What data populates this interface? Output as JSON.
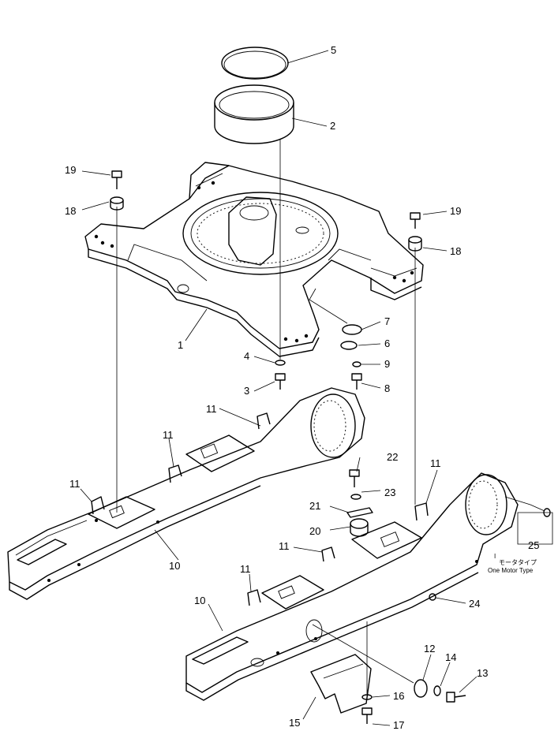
{
  "callouts": {
    "c1": "1",
    "c2": "2",
    "c3": "3",
    "c4": "4",
    "c5": "5",
    "c6": "6",
    "c7": "7",
    "c8": "8",
    "c9": "9",
    "c10a": "10",
    "c10b": "10",
    "c11a": "11",
    "c11b": "11",
    "c11c": "11",
    "c11d": "11",
    "c11e": "11",
    "c11f": "11",
    "c12": "12",
    "c13": "13",
    "c14": "14",
    "c15": "15",
    "c16": "16",
    "c17": "17",
    "c18a": "18",
    "c18b": "18",
    "c19a": "19",
    "c19b": "19",
    "c20": "20",
    "c21": "21",
    "c22": "22",
    "c23": "23",
    "c24": "24",
    "c25": "25"
  },
  "note": {
    "marker": "I",
    "japanese": "モータタイプ",
    "english": "One Motor Type"
  }
}
